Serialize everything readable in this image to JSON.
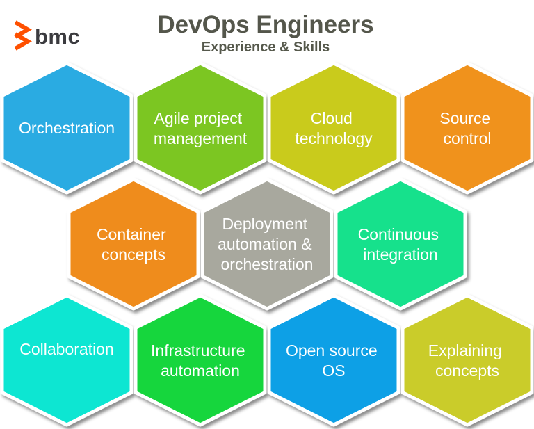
{
  "page": {
    "background_color": "#ffffff"
  },
  "logo": {
    "text": "bmc",
    "mark_color": "#fe5000",
    "text_color": "#3b3b3f"
  },
  "header": {
    "title": "DevOps Engineers",
    "subtitle": "Experience & Skills",
    "title_color": "#54564b",
    "subtitle_color": "#55584b"
  },
  "hexagons": [
    {
      "id": "orchestration",
      "label": "Orchestration",
      "lines": [
        "Orchestration"
      ],
      "color": "#29abe2"
    },
    {
      "id": "agile-project-management",
      "label": "Agile project management",
      "lines": [
        "Agile project",
        "management"
      ],
      "color": "#7bc622"
    },
    {
      "id": "cloud-technology",
      "label": "Cloud technology",
      "lines": [
        "Cloud",
        "technology"
      ],
      "color": "#c9cb1f"
    },
    {
      "id": "source-control",
      "label": "Source control",
      "lines": [
        "Source",
        "control"
      ],
      "color": "#f0921e"
    },
    {
      "id": "container-concepts",
      "label": "Container concepts",
      "lines": [
        "Container",
        "concepts"
      ],
      "color": "#ef8c1a"
    },
    {
      "id": "deployment-automation-orchestration",
      "label": "Deployment automation & orchestration",
      "lines": [
        "Deployment",
        "automation &",
        "orchestration"
      ],
      "color": "#a8a89e"
    },
    {
      "id": "continuous-integration",
      "label": "Continuous integration",
      "lines": [
        "Continuous",
        "integration"
      ],
      "color": "#12e18c"
    },
    {
      "id": "collaboration",
      "label": "Collaboration",
      "lines": [
        "Collaboration"
      ],
      "color": "#07e6d2"
    },
    {
      "id": "infrastructure-automation",
      "label": "Infrastructure automation",
      "lines": [
        "Infrastructure",
        "automation"
      ],
      "color": "#15d63e"
    },
    {
      "id": "open-source-os",
      "label": "Open source OS",
      "lines": [
        "Open source",
        "OS"
      ],
      "color": "#0fa0e6"
    },
    {
      "id": "explaining-concepts",
      "label": "Explaining concepts",
      "lines": [
        "Explaining",
        "concepts"
      ],
      "color": "#cacc29"
    }
  ]
}
